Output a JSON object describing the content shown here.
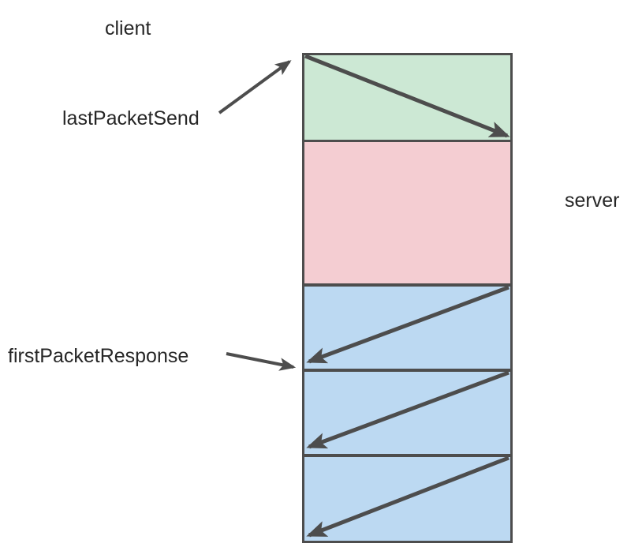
{
  "diagram": {
    "title_client": "client",
    "title_server": "server",
    "annotations": {
      "last_packet_send": "lastPacketSend",
      "first_packet_response": "firstPacketResponse"
    },
    "colors": {
      "background": "#ffffff",
      "stroke": "#4d4d4d",
      "text": "#262626",
      "send_band": "#cce8d4",
      "wait_band": "#f4cdd2",
      "response_band": "#bcd9f2"
    },
    "bands": [
      {
        "id": "send",
        "fill": "#cce8d4",
        "direction": "client-to-server",
        "arrow": "down-right"
      },
      {
        "id": "wait",
        "fill": "#f4cdd2",
        "direction": "none",
        "arrow": "none"
      },
      {
        "id": "response-1",
        "fill": "#bcd9f2",
        "direction": "server-to-client",
        "arrow": "down-left"
      },
      {
        "id": "response-2",
        "fill": "#bcd9f2",
        "direction": "server-to-client",
        "arrow": "down-left"
      },
      {
        "id": "response-3",
        "fill": "#bcd9f2",
        "direction": "server-to-client",
        "arrow": "down-left"
      }
    ]
  }
}
